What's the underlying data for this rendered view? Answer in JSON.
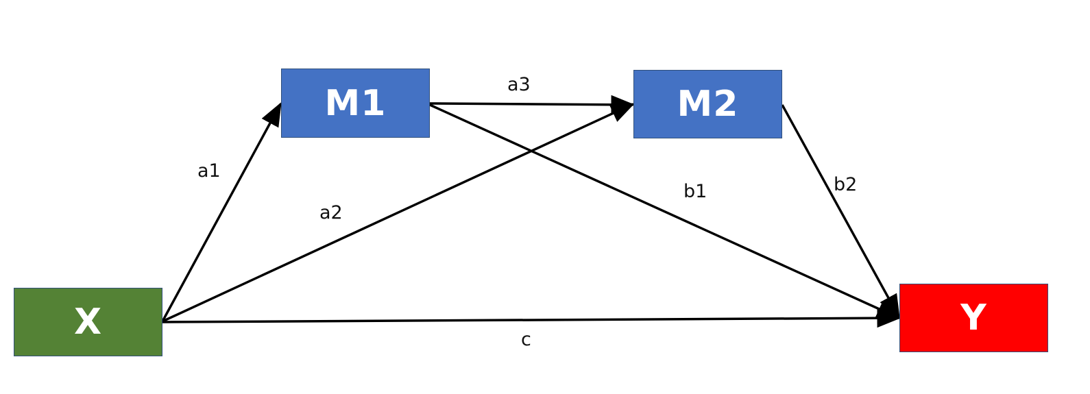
{
  "colors": {
    "x_fill": "#548235",
    "mediator_fill": "#4472c4",
    "y_fill": "#ff0000",
    "node_border": "#2f4f7a",
    "arrow": "#000000"
  },
  "nodes": {
    "x": {
      "label": "X"
    },
    "m1": {
      "label": "M1"
    },
    "m2": {
      "label": "M2"
    },
    "y": {
      "label": "Y"
    }
  },
  "edges": [
    {
      "id": "a1",
      "from": "X",
      "to": "M1",
      "label": "a1"
    },
    {
      "id": "a2",
      "from": "X",
      "to": "M2",
      "label": "a2"
    },
    {
      "id": "a3",
      "from": "M1",
      "to": "M2",
      "label": "a3"
    },
    {
      "id": "b1",
      "from": "M1",
      "to": "Y",
      "label": "b1"
    },
    {
      "id": "b2",
      "from": "M2",
      "to": "Y",
      "label": "b2"
    },
    {
      "id": "c",
      "from": "X",
      "to": "Y",
      "label": "c"
    }
  ]
}
